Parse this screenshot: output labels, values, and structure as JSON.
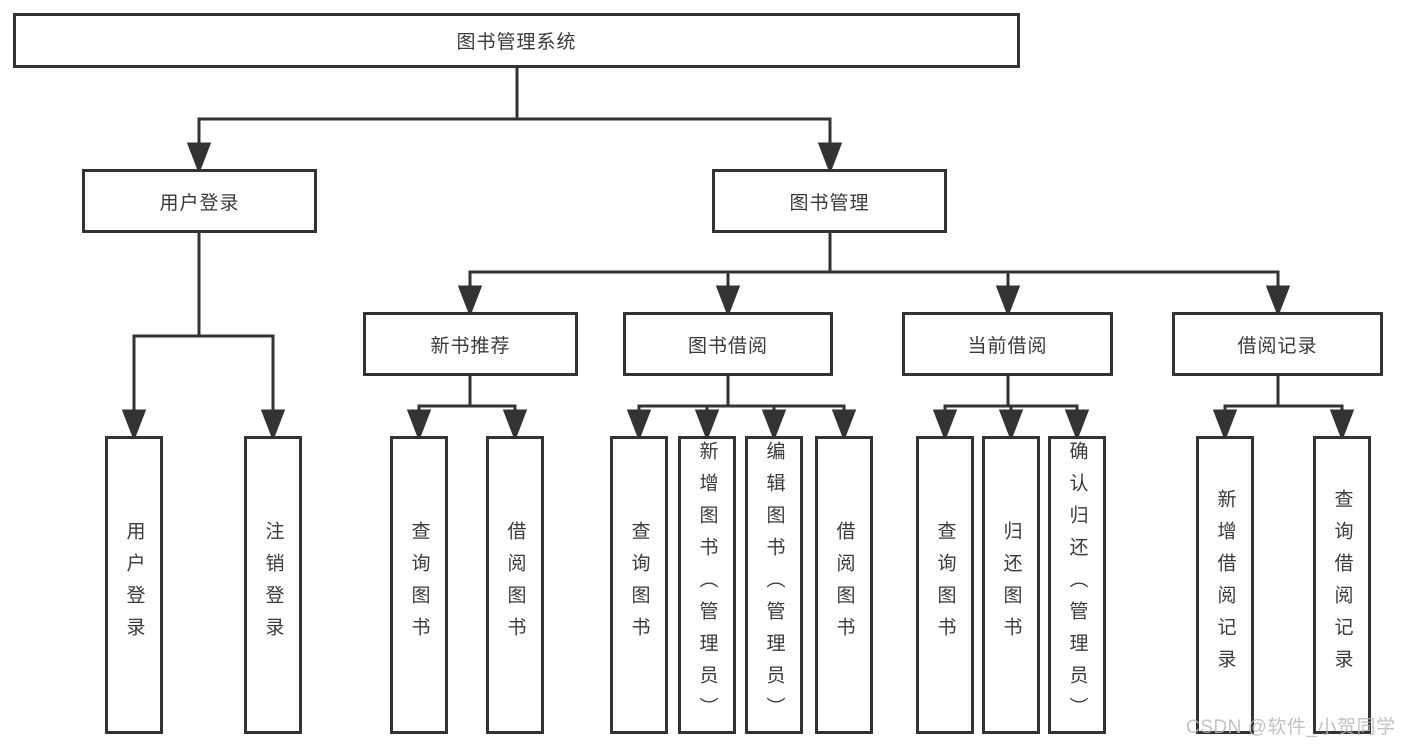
{
  "nodes": {
    "root": "图书管理系统",
    "user_login": "用户登录",
    "book_management": "图书管理",
    "new_book_recommend": "新书推荐",
    "book_borrowing": "图书借阅",
    "current_borrowing": "当前借阅",
    "borrowing_records": "借阅记录",
    "leaf_user_login": "用户登录",
    "leaf_logout": "注销登录",
    "leaf_query_books_recommend": "查询图书",
    "leaf_borrow_books_recommend": "借阅图书",
    "leaf_query_books_borrowing": "查询图书",
    "leaf_add_books_admin": "新增图书（管理员）",
    "leaf_edit_books_admin": "编辑图书（管理员）",
    "leaf_borrow_books_borrowing": "借阅图书",
    "leaf_query_books_current": "查询图书",
    "leaf_return_books": "归还图书",
    "leaf_confirm_return_admin": "确认归还（管理员）",
    "leaf_add_borrow_record": "新增借阅记录",
    "leaf_query_borrow_record": "查询借阅记录"
  },
  "watermark": "CSDN @软件_小贺同学"
}
